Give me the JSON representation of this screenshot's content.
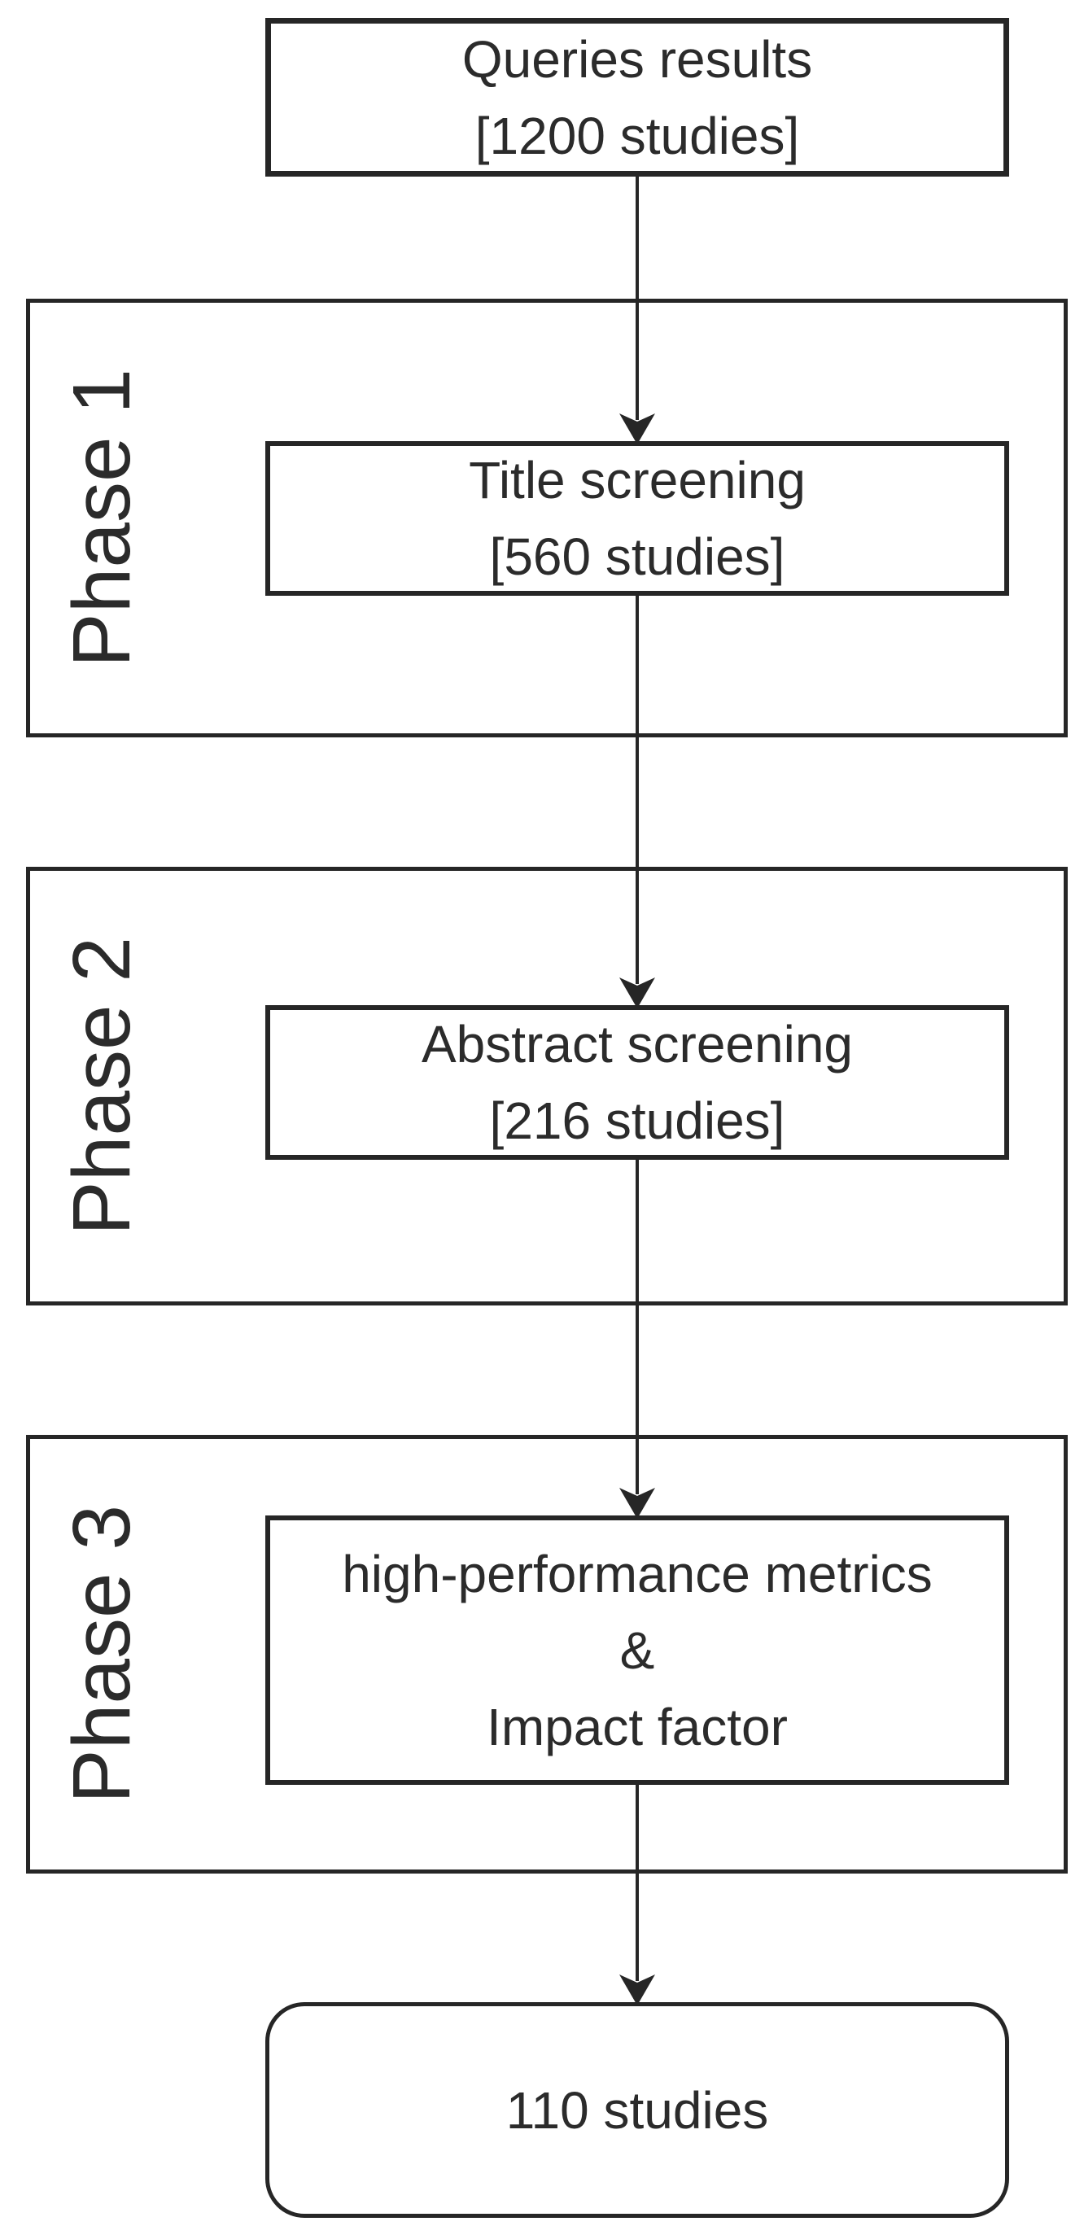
{
  "colors": {
    "line": "#262626",
    "text": "#2b2b2b",
    "background": "#ffffff"
  },
  "diagram_type": "study-selection-flowchart",
  "nodes": {
    "queries": {
      "lines": [
        "Queries results",
        "[1200 studies]"
      ]
    },
    "title_screening": {
      "lines": [
        "Title screening",
        "[560 studies]"
      ]
    },
    "abstract_screening": {
      "lines": [
        "Abstract screening",
        "[216 studies]"
      ]
    },
    "metrics_filter": {
      "lines": [
        "high-performance metrics",
        "&",
        "Impact factor"
      ]
    },
    "final": {
      "lines": [
        "110 studies"
      ]
    }
  },
  "phases": [
    {
      "label": "Phase 1",
      "contains": "title_screening"
    },
    {
      "label": "Phase 2",
      "contains": "abstract_screening"
    },
    {
      "label": "Phase 3",
      "contains": "metrics_filter"
    }
  ],
  "connections": [
    {
      "from": "queries",
      "to": "title_screening"
    },
    {
      "from": "title_screening",
      "to": "abstract_screening"
    },
    {
      "from": "abstract_screening",
      "to": "metrics_filter"
    },
    {
      "from": "metrics_filter",
      "to": "final"
    }
  ]
}
